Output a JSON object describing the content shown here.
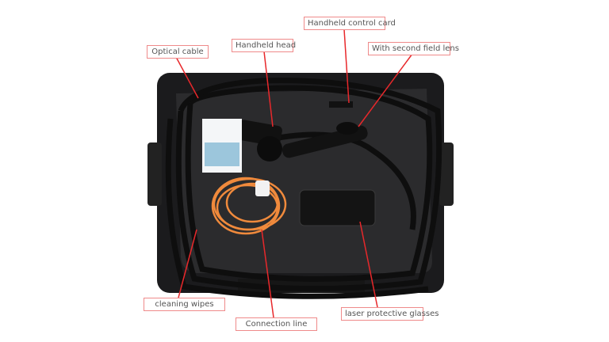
{
  "labels": {
    "optical_cable": "Optical cable",
    "handheld_head": "Handheld head",
    "handheld_control_card": "Handheld control card",
    "second_field_lens": "With second field lens",
    "cleaning_wipes": "cleaning wipes",
    "connection_line": "Connection line",
    "laser_glasses": "laser protective glasses"
  },
  "colors": {
    "leader_line": "#e8282b",
    "label_border": "#ef8a8a",
    "case": "#1c1c1e",
    "foam": "#2a2a2c",
    "orange_cable": "#f08a3c"
  }
}
